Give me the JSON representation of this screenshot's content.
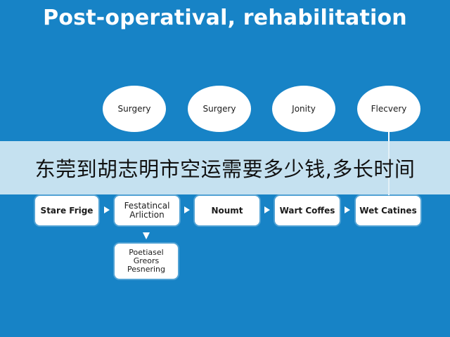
{
  "title": "Post-operatival, rehabilitation",
  "top_nodes": [
    "Surgery",
    "Surgery",
    "Jonity",
    "Flecvery"
  ],
  "row_nodes": [
    "Stare Frige",
    "Festatincal\nArliction",
    "Noumt",
    "Wart Coffes",
    "Wet Catines"
  ],
  "sub_node": "Poetiasel\nGreors\nPesnering",
  "banner_text": "东莞到胡志明市空运需要多少钱,多长时间",
  "colors": {
    "background": "#1783c6",
    "node": "#ffffff",
    "connector": "#ffffff",
    "banner": "#deeef6"
  }
}
